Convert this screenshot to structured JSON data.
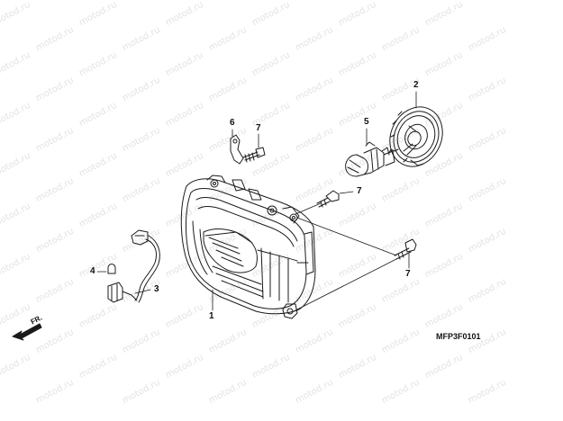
{
  "watermark": {
    "text": "motod.ru"
  },
  "diagram_code": "MFP3F0101",
  "direction_label": "FR.",
  "callouts": [
    {
      "id": "c1",
      "text": "1"
    },
    {
      "id": "c2",
      "text": "2"
    },
    {
      "id": "c3",
      "text": "3"
    },
    {
      "id": "c4",
      "text": "4"
    },
    {
      "id": "c5",
      "text": "5"
    },
    {
      "id": "c6",
      "text": "6"
    },
    {
      "id": "c7a",
      "text": "7"
    },
    {
      "id": "c7b",
      "text": "7"
    },
    {
      "id": "c7c",
      "text": "7"
    }
  ],
  "colors": {
    "line": "#1a1a1a",
    "watermark": "#e3e3e3",
    "background": "#ffffff"
  }
}
